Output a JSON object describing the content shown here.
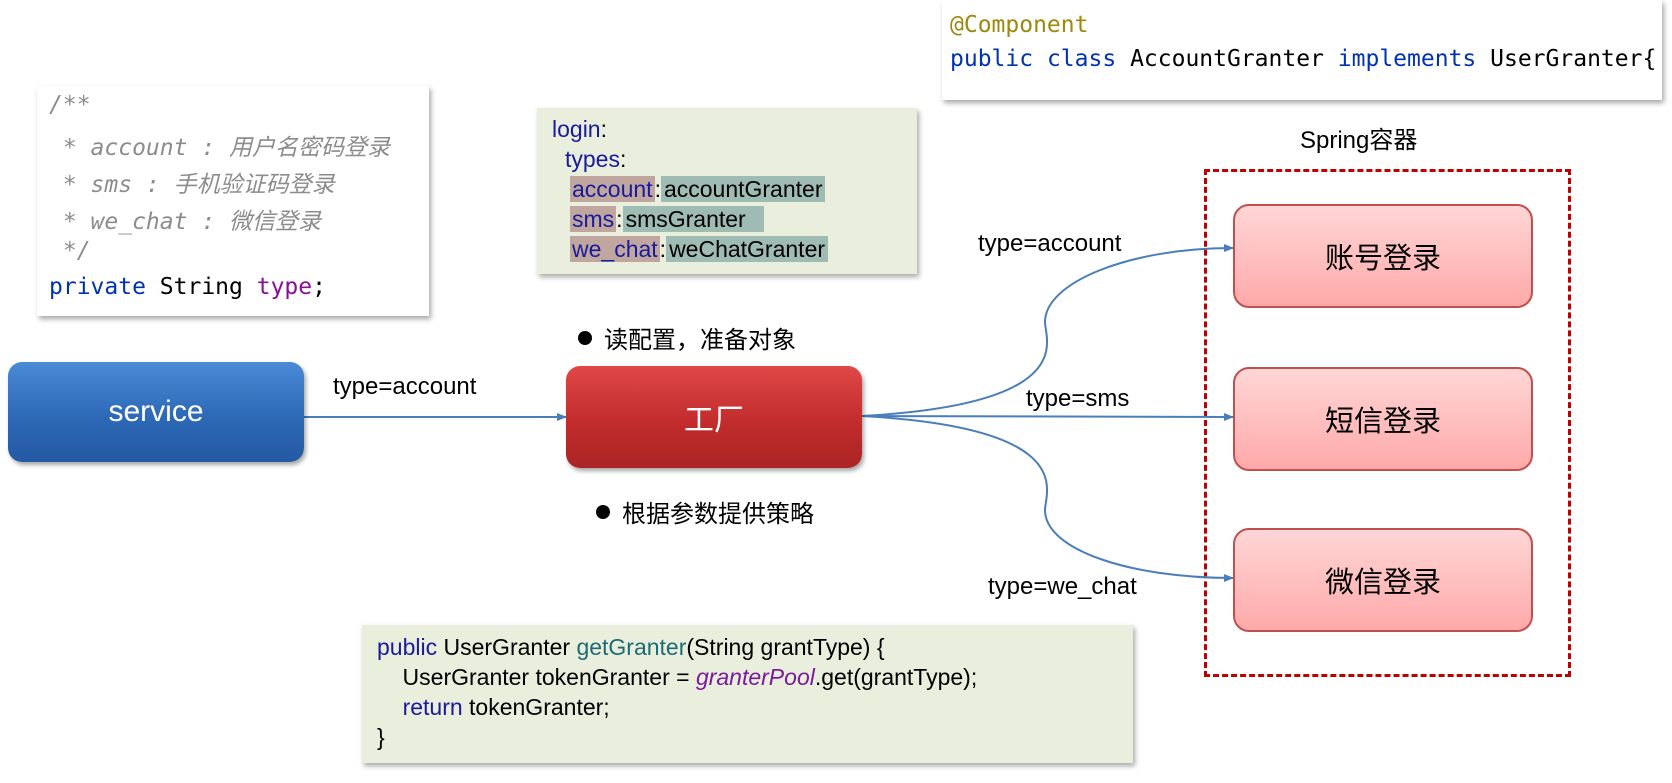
{
  "comment_block": {
    "lines": [
      "/**",
      " * account : 用户名密码登录",
      " * sms : 手机验证码登录",
      " * we_chat : 微信登录",
      " */"
    ],
    "decl_keyword": "private",
    "decl_type": " String ",
    "decl_field": "type",
    "decl_end": ";"
  },
  "annotation_block": {
    "annotation": "@Component",
    "kw_public": "public",
    "kw_class": "class",
    "class_name": "AccountGranter",
    "kw_implements": "implements",
    "interface": "UserGranter{"
  },
  "yaml_block": {
    "login_key": "login",
    "types_key": "types",
    "colon": ":",
    "entries": [
      {
        "key": "account",
        "value": "accountGranter"
      },
      {
        "key": "sms",
        "value": "smsGranter"
      },
      {
        "key": "we_chat",
        "value": "weChatGranter"
      }
    ]
  },
  "method_block": {
    "kw_public": "public",
    "ret_type": " UserGranter ",
    "fn_name": "getGranter",
    "params": "(String grantType) {",
    "line2_start": "    UserGranter tokenGranter = ",
    "line2_field": "granterPool",
    "line2_end": ".get(grantType);",
    "line3_indent": "    ",
    "kw_return": "return",
    "line3_end": " tokenGranter;",
    "line4": "}"
  },
  "nodes": {
    "service": "service",
    "factory": "工厂",
    "account_login": "账号登录",
    "sms_login": "短信登录",
    "wechat_login": "微信登录"
  },
  "labels": {
    "spring_container": "Spring容器",
    "service_to_factory": "type=account",
    "to_account": "type=account",
    "to_sms": "type=sms",
    "to_wechat": "type=we_chat",
    "bullet_read_config": "读配置，准备对象",
    "bullet_strategy": "根据参数提供策略"
  },
  "colors": {
    "arrow": "#4a7ebb",
    "container_border": "#c00000",
    "service_fill": "#2d69b6",
    "factory_fill": "#c22c2c",
    "strategy_fill": "#ffb3b3"
  }
}
